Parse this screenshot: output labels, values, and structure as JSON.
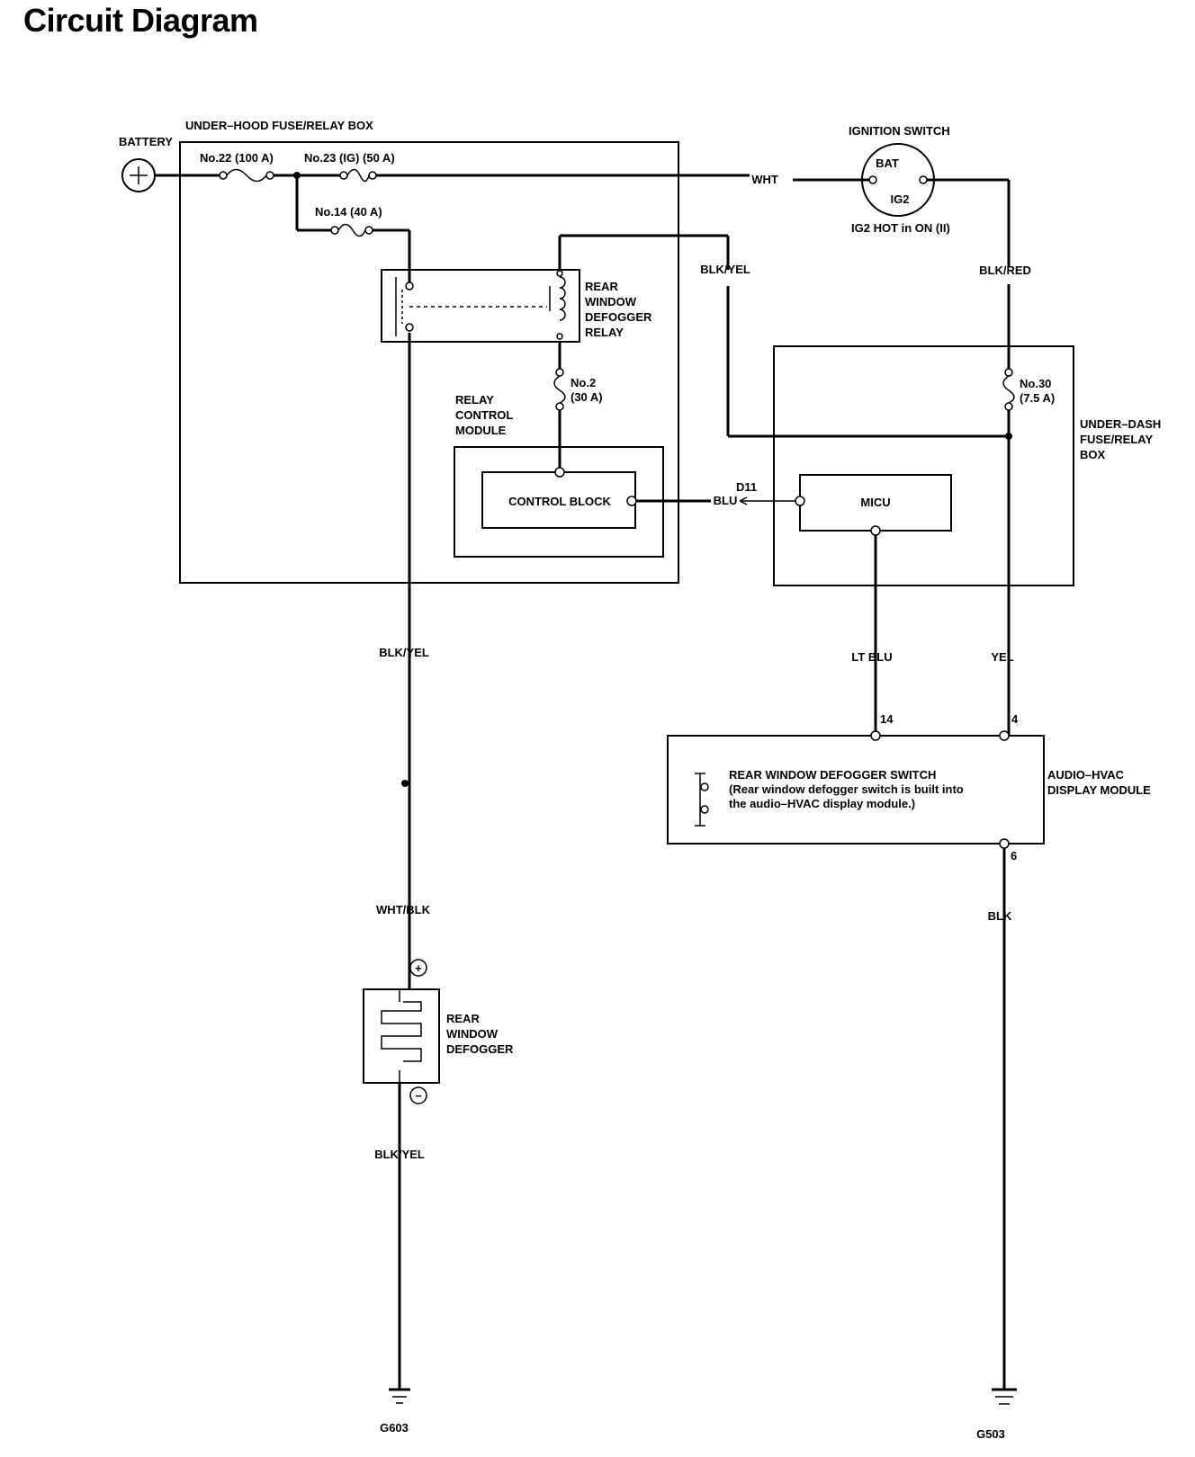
{
  "title": "Circuit Diagram",
  "labels": {
    "battery": "BATTERY",
    "underhood_box": "UNDER–HOOD FUSE/RELAY BOX",
    "fuse22": "No.22 (100 A)",
    "fuse23": "No.23 (IG) (50 A)",
    "fuse14": "No.14 (40 A)",
    "relay": [
      "REAR",
      "WINDOW",
      "DEFOGGER",
      "RELAY"
    ],
    "fuse2": [
      "No.2",
      "(30 A)"
    ],
    "relay_module": [
      "RELAY",
      "CONTROL",
      "MODULE"
    ],
    "control_block": "CONTROL BLOCK",
    "ignition_switch": "IGNITION SWITCH",
    "bat": "BAT",
    "ig2": "IG2",
    "ig2_note": "IG2 HOT in ON (II)",
    "underdash_box": [
      "UNDER–DASH",
      "FUSE/RELAY",
      "BOX"
    ],
    "fuse30": [
      "No.30",
      "(7.5 A)"
    ],
    "micu": "MICU",
    "connector_d11": "D11",
    "switch": [
      "REAR WINDOW DEFOGGER SWITCH",
      "(Rear window defogger switch is built into",
      "the audio–HVAC display module.)"
    ],
    "hvac_module": [
      "AUDIO–HVAC",
      "DISPLAY MODULE"
    ],
    "pin14": "14",
    "pin4": "4",
    "pin6": "6",
    "defogger": [
      "REAR",
      "WINDOW",
      "DEFOGGER"
    ],
    "ground_left": "G603",
    "ground_right": "G503"
  },
  "wires": {
    "wht": "WHT",
    "blk_yel_top": "BLK/YEL",
    "blk_red": "BLK/RED",
    "blu": "BLU",
    "blk_yel_mid": "BLK/YEL",
    "lt_blu": "LT BLU",
    "yel": "YEL",
    "wht_blk": "WHT/BLK",
    "blk_yel_bot": "BLK/YEL",
    "blk": "BLK"
  },
  "symbols": {
    "plus": "+",
    "minus": "−"
  }
}
